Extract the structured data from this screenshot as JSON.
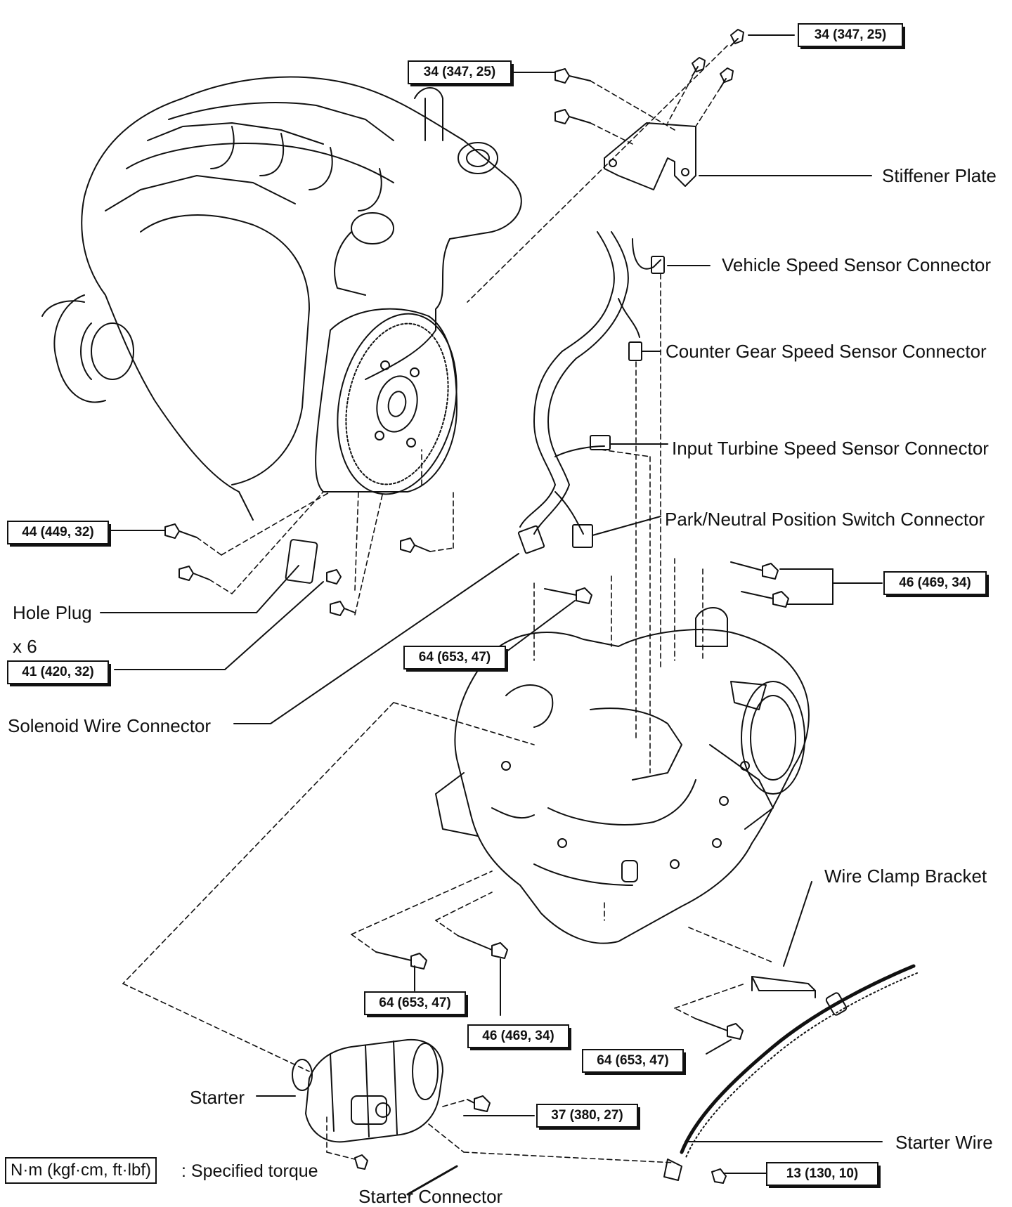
{
  "labels": {
    "stiffener_plate": "Stiffener Plate",
    "vehicle_speed_sensor": "Vehicle Speed Sensor Connector",
    "counter_gear_speed_sensor": "Counter Gear Speed Sensor Connector",
    "input_turbine_speed_sensor": "Input Turbine Speed Sensor Connector",
    "park_neutral_switch": "Park/Neutral Position Switch Connector",
    "hole_plug": "Hole Plug",
    "x6": "x 6",
    "solenoid_wire": "Solenoid Wire Connector",
    "wire_clamp_bracket": "Wire Clamp Bracket",
    "starter": "Starter",
    "starter_wire": "Starter Wire",
    "starter_connector": "Starter Connector"
  },
  "torques": {
    "t1": "34 (347, 25)",
    "t2": "34 (347, 25)",
    "t3": "44 (449, 32)",
    "t4": "41 (420, 32)",
    "t5": "46 (469, 34)",
    "t6": "64 (653, 47)",
    "t7": "64 (653, 47)",
    "t8": "46 (469, 34)",
    "t9": "64 (653, 47)",
    "t10": "37 (380, 27)",
    "t11": "13 (130, 10)"
  },
  "legend": {
    "unit": "N·m (kgf·cm, ft·lbf)",
    "text": ": Specified torque"
  }
}
